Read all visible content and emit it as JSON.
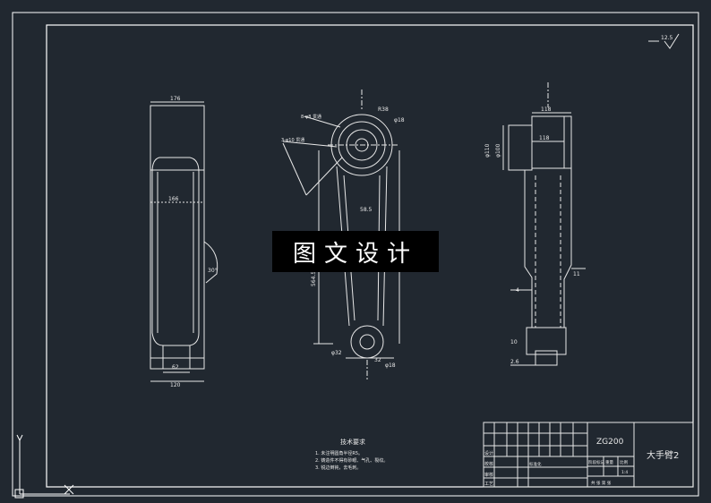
{
  "title_block": {
    "material": "ZG200",
    "part_name": "大手臂2",
    "scale": "1:4",
    "row_labels": [
      "设计",
      "校核",
      "审核",
      "工艺"
    ],
    "cell_a": "标准化",
    "cell_b": "阶段标记",
    "cell_c": "重量",
    "cell_d": "比例",
    "sheet_row": "共  张  第  张"
  },
  "tech_requirements": {
    "heading": "技术要求",
    "items": [
      "1. 未注明圆角半径R5。",
      "2. 铸造件不得有砂眼、气孔、裂纹。",
      "3. 锐边倒钝，去毛刺。"
    ]
  },
  "dimensions": {
    "side_top_width": "176",
    "side_mid_width": "166",
    "side_bottom_width": "120",
    "side_slot": "62",
    "side_angle": "30°",
    "front_hole_top": "φ18",
    "front_r": "R38",
    "front_hole_bottom": "φ32",
    "front_hole_bottom2": "φ18",
    "front_bottom_width": "32",
    "front_center": "58.5",
    "front_length": "564.5",
    "front_note1": "8-φ8 贯通",
    "front_note2": "3-φ10 贯通",
    "right_top": "118",
    "right_mid": "118",
    "right_dia1": "φ110",
    "right_dia2": "φ100",
    "right_side_small": "11",
    "right_small_4": "4",
    "right_bottom": "2.6",
    "right_bottom_left": "10",
    "surface_finish": "12.5"
  },
  "watermark": "图文设计",
  "colors": {
    "background": "#212830",
    "line": "#e8e8e8",
    "frame": "#ffffff"
  }
}
